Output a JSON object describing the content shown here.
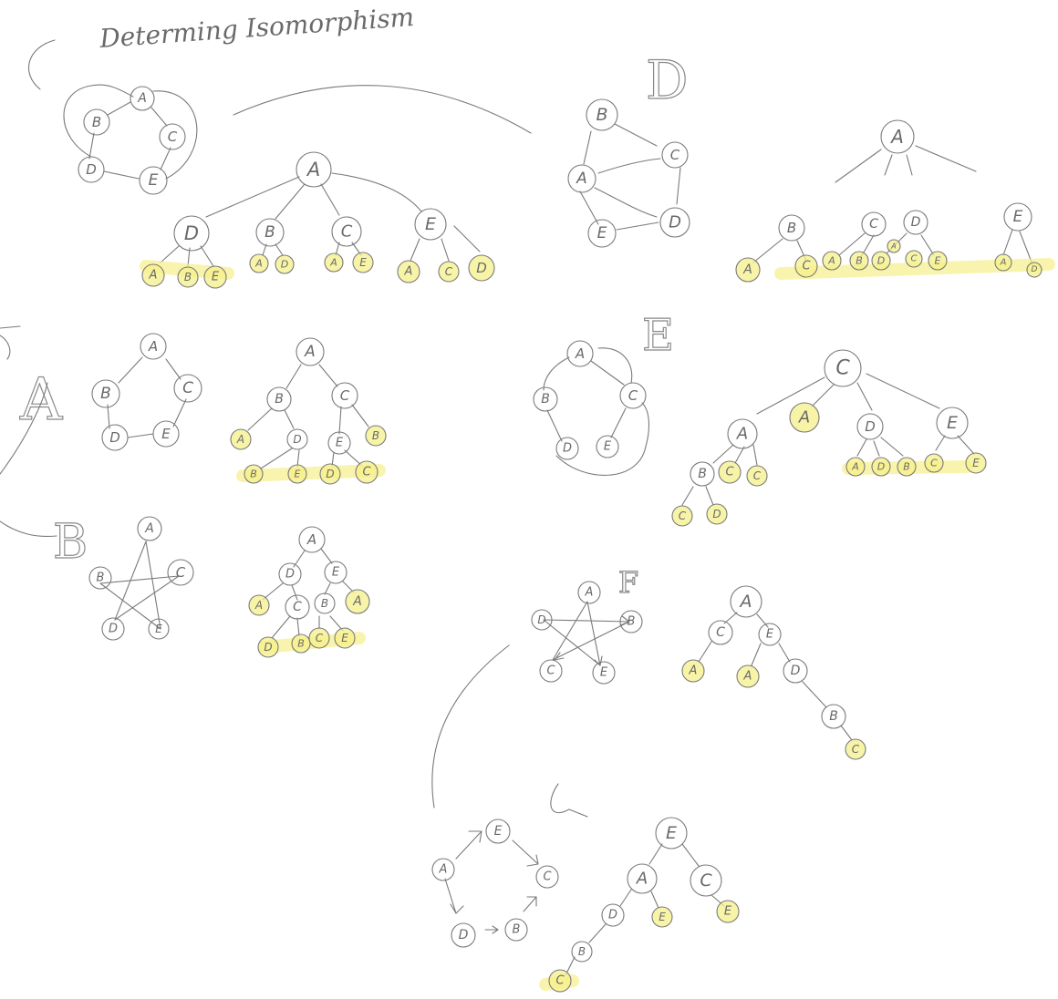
{
  "page_title": "Determing Isomorphism",
  "section_letters": [
    "A",
    "B",
    "D",
    "E",
    "F"
  ],
  "figures": [
    {
      "id": "original-graph",
      "nodes": [
        "A",
        "B",
        "C",
        "D",
        "E"
      ]
    },
    {
      "id": "tree-1",
      "nodes": [
        "A",
        "D",
        "B",
        "C",
        "E",
        "A",
        "B",
        "E",
        "A",
        "D",
        "A",
        "E",
        "A",
        "C",
        "D"
      ]
    },
    {
      "id": "graph-d",
      "nodes": [
        "B",
        "C",
        "A",
        "D",
        "E"
      ]
    },
    {
      "id": "tree-d",
      "nodes": [
        "A",
        "B",
        "C",
        "D",
        "E",
        "A",
        "C",
        "A",
        "B",
        "D",
        "A",
        "C",
        "E",
        "A",
        "D"
      ]
    },
    {
      "id": "graph-a",
      "nodes": [
        "A",
        "B",
        "C",
        "D",
        "E"
      ]
    },
    {
      "id": "tree-a",
      "nodes": [
        "A",
        "B",
        "C",
        "A",
        "D",
        "E",
        "B",
        "B",
        "E",
        "D",
        "C"
      ]
    },
    {
      "id": "graph-e",
      "nodes": [
        "A",
        "B",
        "C",
        "D",
        "E"
      ]
    },
    {
      "id": "tree-e",
      "nodes": [
        "C",
        "A",
        "A",
        "D",
        "E",
        "B",
        "C",
        "C",
        "A",
        "D",
        "B",
        "C",
        "E",
        "C",
        "D"
      ]
    },
    {
      "id": "graph-b",
      "nodes": [
        "A",
        "B",
        "C",
        "D",
        "E"
      ]
    },
    {
      "id": "tree-b",
      "nodes": [
        "A",
        "D",
        "E",
        "A",
        "C",
        "B",
        "A",
        "D",
        "B",
        "C",
        "E"
      ]
    },
    {
      "id": "graph-f",
      "nodes": [
        "A",
        "D",
        "B",
        "C",
        "E"
      ]
    },
    {
      "id": "tree-f",
      "nodes": [
        "A",
        "C",
        "E",
        "A",
        "A",
        "D",
        "B",
        "C"
      ]
    },
    {
      "id": "graph-g",
      "nodes": [
        "E",
        "A",
        "C",
        "D",
        "B"
      ]
    },
    {
      "id": "tree-g",
      "nodes": [
        "E",
        "A",
        "C",
        "D",
        "E",
        "E",
        "B",
        "C"
      ]
    }
  ]
}
